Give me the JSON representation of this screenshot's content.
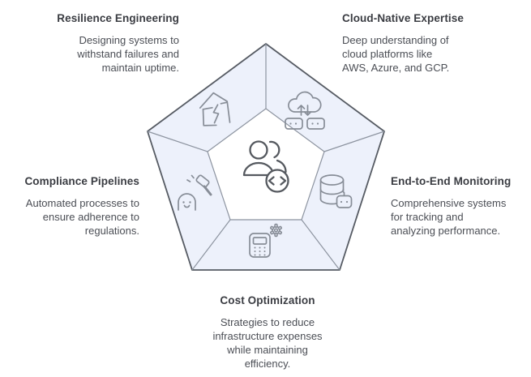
{
  "diagram": {
    "type": "pentagon-infographic",
    "colors": {
      "background": "#ffffff",
      "ring_fill": "#edf1fb",
      "outer_stroke": "#565b63",
      "divider_stroke": "#8d94a0",
      "center_fill": "#ffffff",
      "segment_icon_stroke": "#878d97",
      "center_icon_stroke": "#55595f",
      "title_color": "#3a3c42",
      "body_color": "#4b4e55"
    },
    "center": {
      "icon": "team-code-icon"
    },
    "segments": [
      {
        "id": "resilience",
        "title": "Resilience Engineering",
        "description": "Designing systems to\nwithstand failures and\nmaintain uptime.",
        "icon": "broken-house-lightning-icon",
        "position": "top-left"
      },
      {
        "id": "cloud-native",
        "title": "Cloud-Native Expertise",
        "description": "Deep understanding of\ncloud platforms like\nAWS, Azure, and GCP.",
        "icon": "cloud-sync-nodes-icon",
        "position": "top-right"
      },
      {
        "id": "monitoring",
        "title": "End-to-End Monitoring",
        "description": "Comprehensive systems\nfor tracking and\nanalyzing performance.",
        "icon": "database-monitor-icon",
        "position": "right"
      },
      {
        "id": "cost",
        "title": "Cost Optimization",
        "description": "Strategies to reduce\ninfrastructure expenses\nwhile maintaining\nefficiency.",
        "icon": "calculator-gear-icon",
        "position": "bottom"
      },
      {
        "id": "compliance",
        "title": "Compliance Pipelines",
        "description": "Automated processes to\nensure adherence to\nregulations.",
        "icon": "gavel-figure-icon",
        "position": "left"
      }
    ]
  }
}
